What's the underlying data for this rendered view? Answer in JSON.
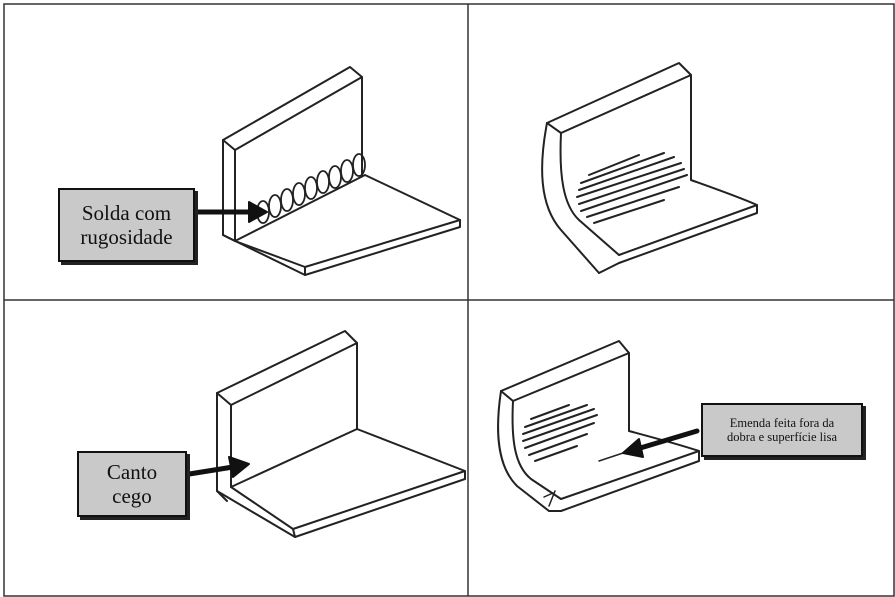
{
  "panels": [
    {
      "id": "rough-weld",
      "label": "Solda com\nrugosidade"
    },
    {
      "id": "smooth-bend",
      "label": ""
    },
    {
      "id": "blind-corner",
      "label": "Canto\ncego"
    },
    {
      "id": "seam-outside-bend",
      "label": "Emenda feita fora da\ndobra e superfície lisa"
    }
  ],
  "colors": {
    "line": "#222222",
    "callout_fill": "#c9c9c9",
    "border": "#333333"
  }
}
